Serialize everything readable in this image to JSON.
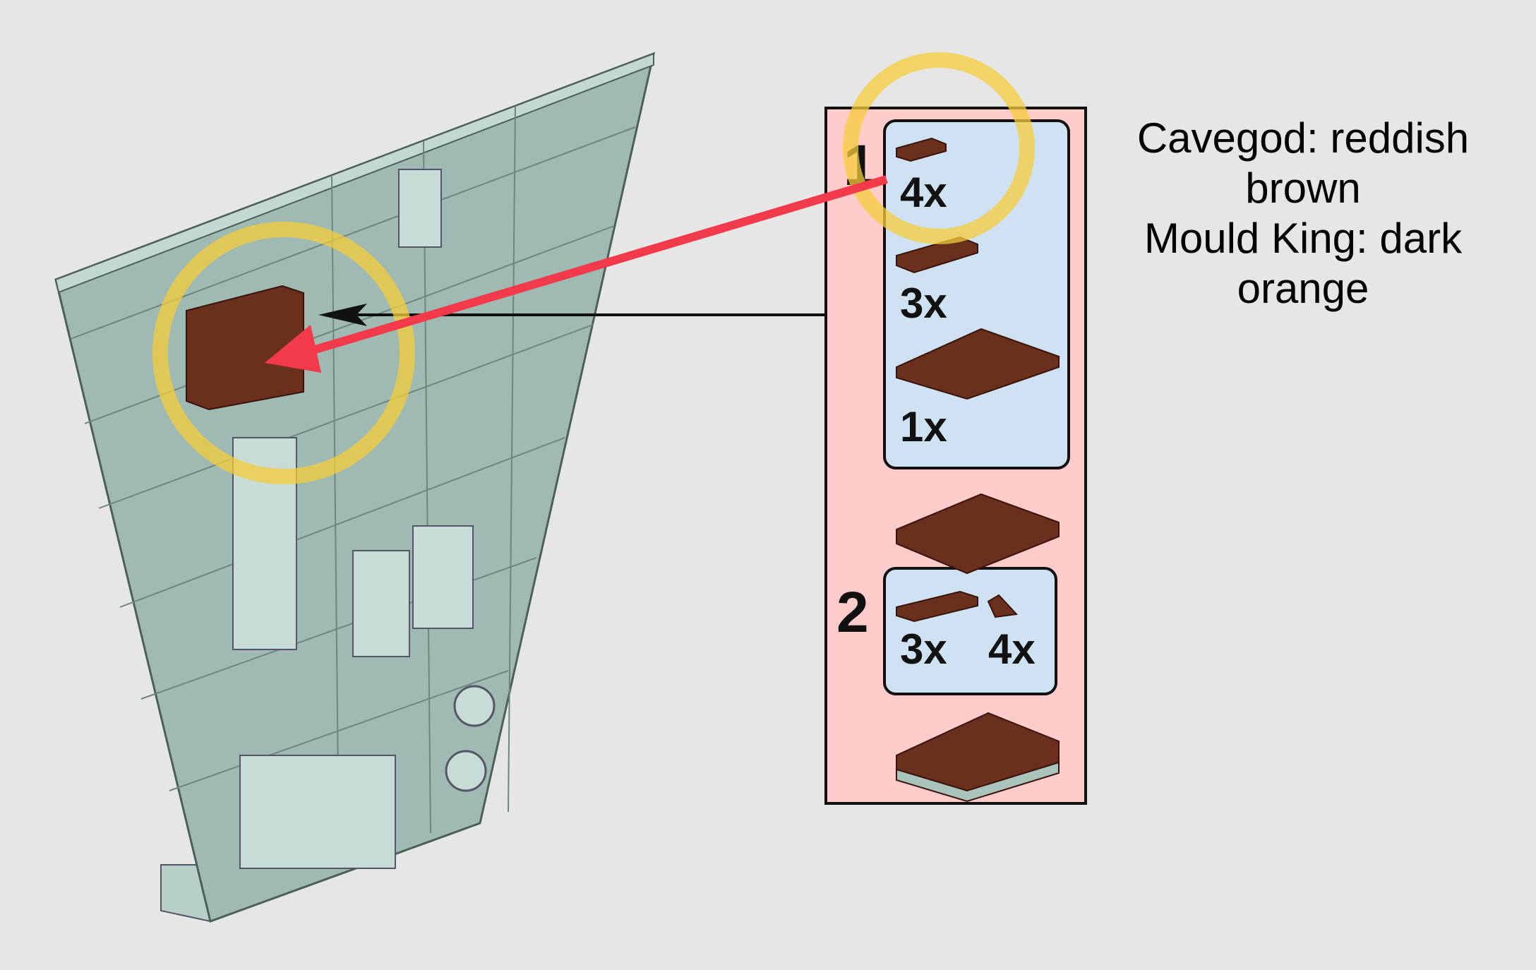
{
  "note": {
    "lines": [
      "Cavegod: reddish",
      "brown",
      "Mould King: dark",
      "orange"
    ]
  },
  "instructions": {
    "step1": {
      "number": "1",
      "parts": [
        {
          "qty": "4x"
        },
        {
          "qty": "3x"
        },
        {
          "qty": "1x"
        }
      ]
    },
    "step2": {
      "number": "2",
      "parts": [
        {
          "qty": "3x"
        },
        {
          "qty": "4x"
        }
      ]
    }
  },
  "colors": {
    "background": "#e6e6e6",
    "wall": "#9fbab3",
    "panel": "#ffcccc",
    "partsbox": "#cfe2f3",
    "brick": "#6b2f1d",
    "highlight": "#f5cc3a",
    "arrow_red": "#f23a4a"
  }
}
